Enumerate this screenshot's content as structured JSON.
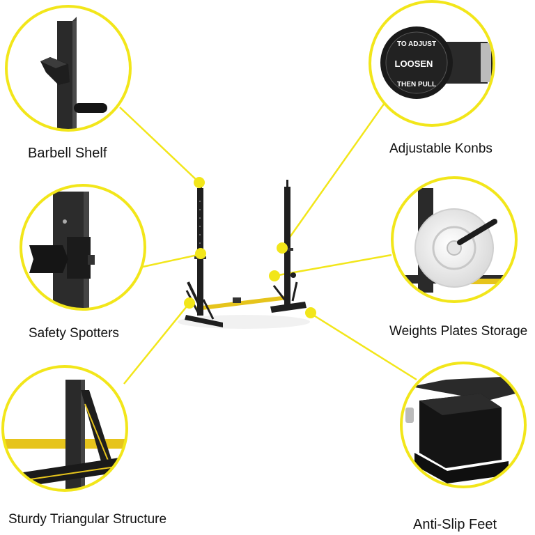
{
  "features": [
    {
      "label": "Barbell Shelf"
    },
    {
      "label": "Adjustable Konbs"
    },
    {
      "label": "Safety Spotters"
    },
    {
      "label": "Weights Plates Storage"
    },
    {
      "label": "Sturdy Triangular Structure"
    },
    {
      "label": "Anti-Slip Feet"
    }
  ],
  "knob": {
    "line1": "TO ADJUST",
    "line2": "LOOSEN",
    "line3": "THEN PULL"
  },
  "colors": {
    "accent": "#f2e61a",
    "frame": "#1f1f1f",
    "crossbar": "#e6c41c"
  }
}
